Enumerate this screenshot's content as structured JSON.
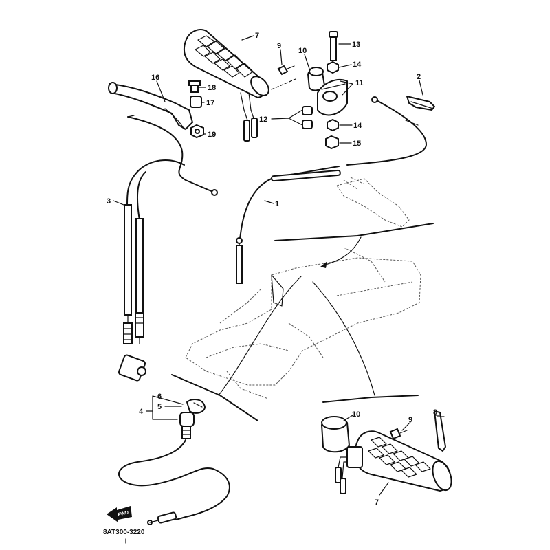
{
  "diagram": {
    "drawing_code": "8AT300-3220",
    "forward_marker": "FWD",
    "callouts": {
      "c1": "1",
      "c2": "2",
      "c3": "3",
      "c4": "4",
      "c5": "5",
      "c6": "6",
      "c7_top": "7",
      "c7_bottom": "7",
      "c8": "8",
      "c9_top": "9",
      "c9_bottom": "9",
      "c10_top": "10",
      "c10_bottom": "10",
      "c11": "11",
      "c12": "12",
      "c13": "13",
      "c14_a": "14",
      "c14_b": "14",
      "c15": "15",
      "c16": "16",
      "c17": "17",
      "c18": "18",
      "c19": "19"
    }
  }
}
